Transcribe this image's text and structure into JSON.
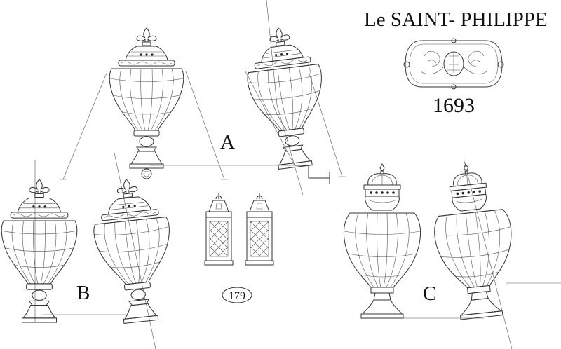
{
  "header": {
    "title": "Le SAINT- PHILIPPE",
    "year": "1693"
  },
  "cartouche": {
    "icon": "ornamental-cartouche-icon"
  },
  "labels": {
    "a": "A",
    "b": "B",
    "c": "C"
  },
  "plate_number": "179",
  "icons": {
    "lantern_a_left": "stern-lantern-icon",
    "lantern_a_right": "stern-lantern-side-icon",
    "lantern_b_left": "stern-lantern-icon",
    "lantern_b_right": "stern-lantern-side-icon",
    "lantern_c_left": "crowned-lantern-icon",
    "lantern_c_right": "crowned-lantern-side-icon",
    "small_lanterns": "square-lantern-icon"
  }
}
